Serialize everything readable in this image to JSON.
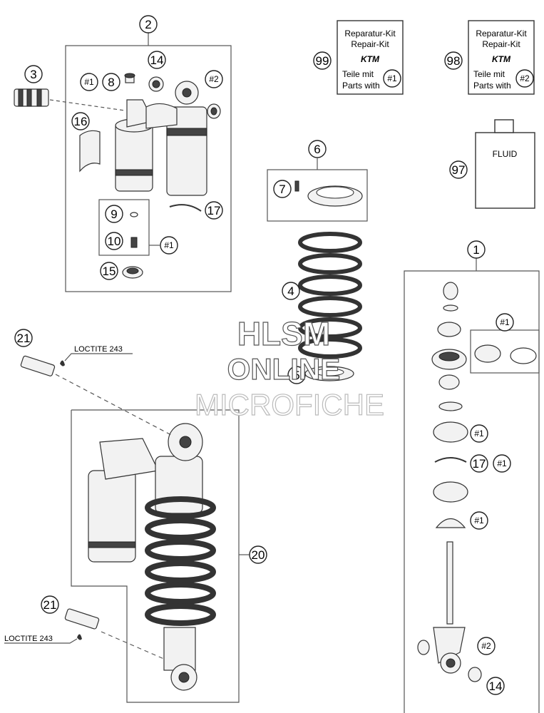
{
  "callouts": {
    "c1": "1",
    "c2": "2",
    "c3": "3",
    "c4": "4",
    "c5": "5",
    "c6": "6",
    "c7": "7",
    "c8": "8",
    "c9": "9",
    "c10": "10",
    "c14a": "14",
    "c14b": "14",
    "c15": "15",
    "c16": "16",
    "c17a": "17",
    "c17b": "17",
    "c20": "20",
    "c21a": "21",
    "c21b": "21",
    "c97": "97",
    "c98": "98",
    "c99": "99"
  },
  "refs": {
    "r1a": "#1",
    "r1b": "#1",
    "r1c": "#1",
    "r1d": "#1",
    "r1e": "#1",
    "r1f": "#1",
    "r1g": "#1",
    "r2a": "#2",
    "r2b": "#2",
    "r2c": "#2"
  },
  "kit99": {
    "line1": "Reparatur-Kit",
    "line2": "Repair-Kit",
    "logo": "KTM",
    "line3": "Teile mit",
    "line4": "Parts with"
  },
  "kit98": {
    "line1": "Reparatur-Kit",
    "line2": "Repair-Kit",
    "logo": "KTM",
    "line3": "Teile mit",
    "line4": "Parts with"
  },
  "fluid": {
    "label": "FLUID"
  },
  "loctite": {
    "top": "LOCTITE 243",
    "bottom": "LOCTITE 243"
  },
  "watermark": {
    "line1": "HLSM",
    "line2": "ONLINE",
    "line3": "MICROFICHE"
  }
}
